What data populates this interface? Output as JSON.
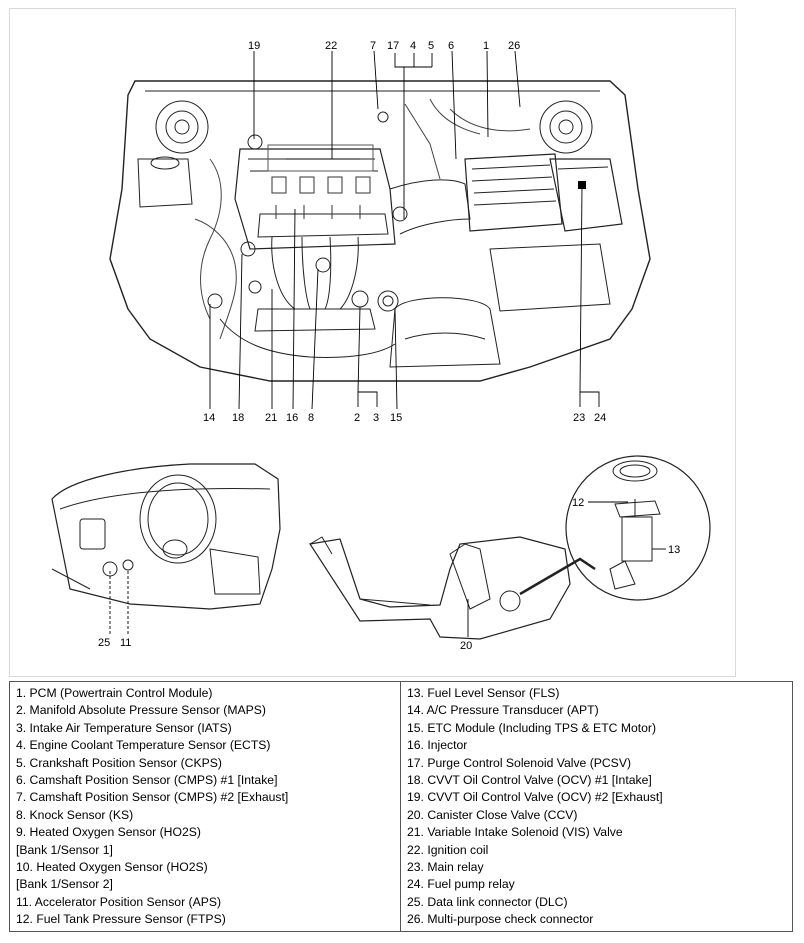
{
  "callouts": {
    "c19": "19",
    "c22": "22",
    "c7": "7",
    "c17": "17",
    "c4": "4",
    "c5": "5",
    "c6": "6",
    "c1": "1",
    "c26": "26",
    "c14": "14",
    "c18": "18",
    "c21": "21",
    "c16": "16",
    "c8": "8",
    "c2": "2",
    "c3": "3",
    "c15": "15",
    "c23": "23",
    "c24": "24",
    "c12": "12",
    "c13": "13",
    "c25": "25",
    "c11": "11",
    "c20": "20"
  },
  "legend": {
    "left": [
      "1. PCM (Powertrain Control Module)",
      "2. Manifold Absolute Pressure Sensor (MAPS)",
      "3. Intake Air Temperature Sensor (IATS)",
      "4. Engine Coolant Temperature Sensor (ECTS)",
      "5. Crankshaft Position Sensor (CKPS)",
      "6. Camshaft Position Sensor (CMPS) #1 [Intake]",
      "7. Camshaft Position Sensor (CMPS) #2 [Exhaust]",
      "8. Knock Sensor (KS)",
      "9. Heated Oxygen Sensor (HO2S)",
      "[Bank 1/Sensor 1]",
      "10. Heated Oxygen Sensor (HO2S)",
      "[Bank 1/Sensor 2]",
      "11. Accelerator Position Sensor (APS)",
      "12. Fuel Tank Pressure Sensor (FTPS)"
    ],
    "right": [
      "13. Fuel Level Sensor (FLS)",
      "14. A/C Pressure Transducer (APT)",
      "15. ETC Module (Including TPS & ETC Motor)",
      "16. Injector",
      "17. Purge Control Solenoid Valve (PCSV)",
      "18. CVVT Oil Control Valve (OCV) #1 [Intake]",
      "19. CVVT Oil Control Valve (OCV) #2 [Exhaust]",
      "20. Canister Close Valve (CCV)",
      "21. Variable Intake Solenoid (VIS) Valve",
      "22. Ignition coil",
      "23. Main relay",
      "24. Fuel pump relay",
      "25. Data link connector (DLC)",
      "26. Multi-purpose check connector"
    ]
  }
}
